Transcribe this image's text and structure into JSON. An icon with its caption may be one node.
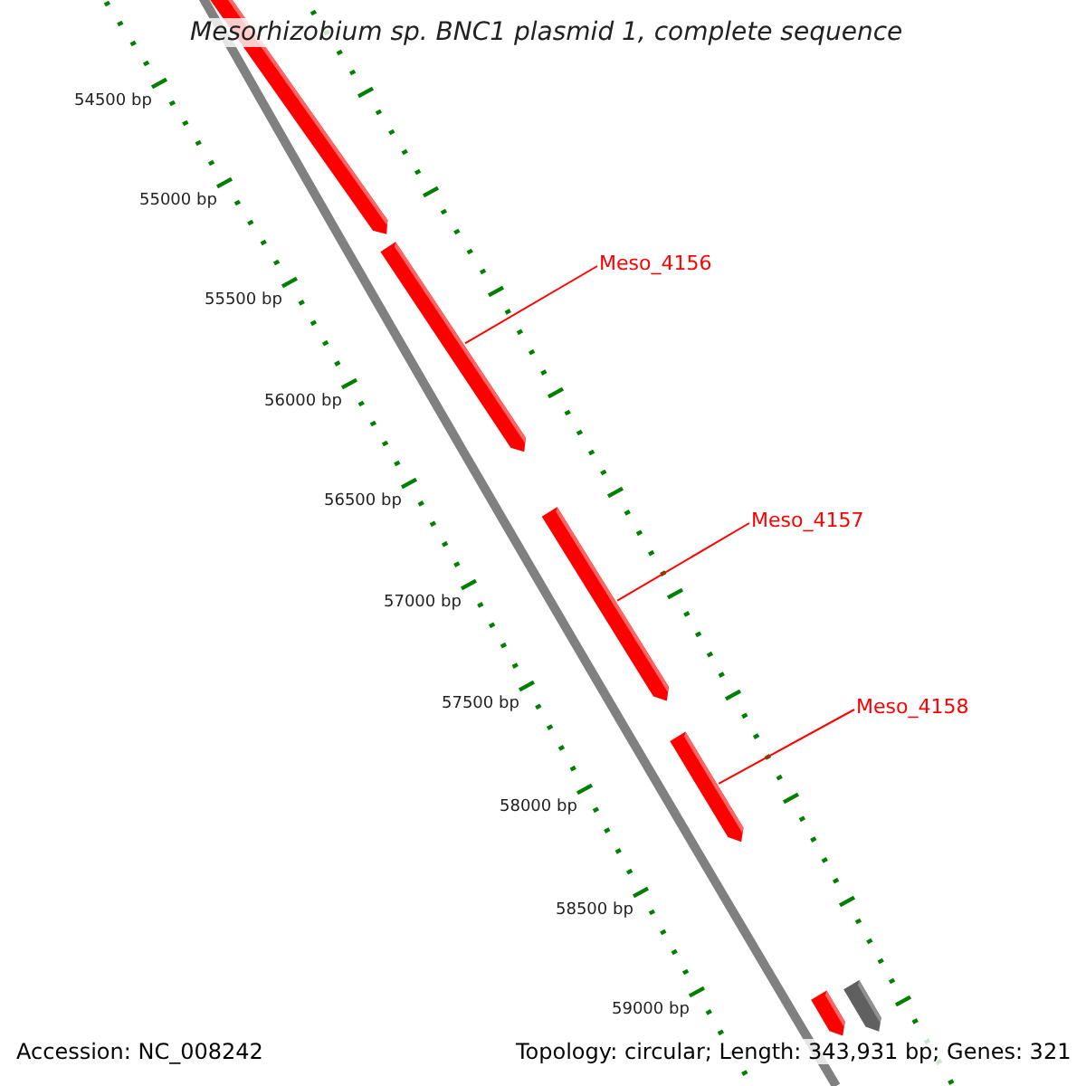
{
  "diagram": {
    "title": "Mesorhizobium sp. BNC1 plasmid 1, complete sequence",
    "nodes": [
      {
        "text": [],
        "shape": "bar"
      },
      {
        "text": [
          "Meso_4156"
        ]
      },
      {
        "text": [],
        "shape": "bar"
      },
      {
        "text": [
          "Meso_4157"
        ]
      },
      {
        "text": [],
        "shape": "bar"
      },
      {
        "text": [
          "Meso_4158"
        ]
      },
      {
        "text": [],
        "shape": "bar"
      },
      {
        "text": [],
        "shape": "bar"
      },
      {
        "text": [],
        "shape": "bar"
      }
    ],
    "edges": [
      {
        "from": 1,
        "to": 2,
        "arrow": "none",
        "color": "#ff0000"
      },
      {
        "from": 3,
        "to": 4,
        "arrow": "none",
        "color": "#ff0000"
      },
      {
        "from": 5,
        "to": 6,
        "arrow": "none",
        "color": "#ff0000"
      }
    ],
    "labels": [
      "54500 bp",
      "55000 bp",
      "55500 bp",
      "56000 bp",
      "56500 bp",
      "57000 bp",
      "57500 bp",
      "58000 bp",
      "58500 bp",
      "59000 bp",
      "Accession: NC_008242",
      "Topology: circular; Length: 343,931 bp; Genes: 321"
    ]
  }
}
